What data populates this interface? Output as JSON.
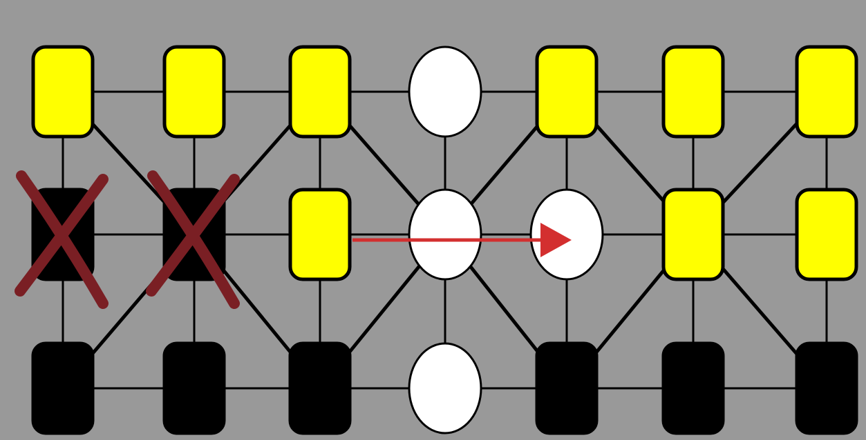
{
  "board": {
    "background": "#999999",
    "columns": 7,
    "rows": 3,
    "colors": {
      "yellow": "#ffff00",
      "black": "#000000",
      "empty": "#ffffff",
      "cross": "#7a1f24",
      "move_arrow": "#d32f2f"
    },
    "cells": [
      [
        "yellow",
        "yellow",
        "yellow",
        "empty",
        "yellow",
        "yellow",
        "yellow"
      ],
      [
        "black",
        "black",
        "yellow",
        "empty",
        "empty",
        "yellow",
        "yellow"
      ],
      [
        "black",
        "black",
        "black",
        "empty",
        "black",
        "black",
        "black"
      ]
    ],
    "captured": [
      {
        "row": 1,
        "col": 0
      },
      {
        "row": 1,
        "col": 1
      }
    ],
    "move": {
      "from": {
        "row": 1,
        "col": 2
      },
      "to": {
        "row": 1,
        "col": 4
      }
    }
  }
}
